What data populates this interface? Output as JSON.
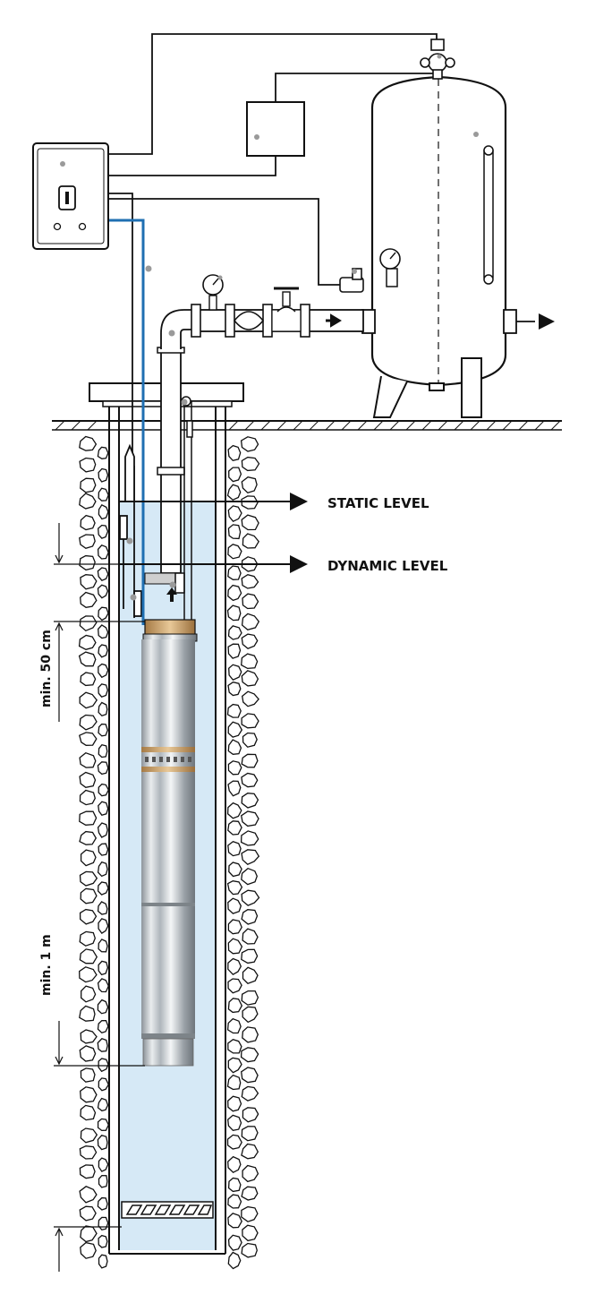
{
  "labels": {
    "static_level": "STATIC LEVEL",
    "dynamic_level": "DYNAMIC LEVEL",
    "min_50cm": "min. 50 cm",
    "min_1m": "min. 1 m"
  },
  "colors": {
    "water": "#d6e9f6",
    "cable": "#1f6fb2",
    "brass": "#c9a06a",
    "steel": "#b9bfc4",
    "line": "#111111",
    "dot": "#9a9a9a"
  }
}
